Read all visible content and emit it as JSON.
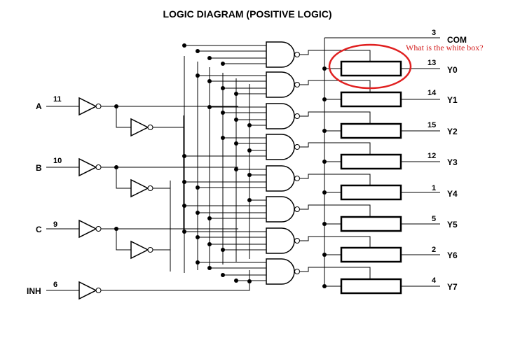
{
  "title": "LOGIC DIAGRAM (POSITIVE LOGIC)",
  "inputs": [
    {
      "name": "A",
      "pin": "11"
    },
    {
      "name": "B",
      "pin": "10"
    },
    {
      "name": "C",
      "pin": "9"
    },
    {
      "name": "INH",
      "pin": "6"
    }
  ],
  "common": {
    "name": "COM",
    "pin": "3"
  },
  "outputs": [
    {
      "name": "Y0",
      "pin": "13"
    },
    {
      "name": "Y1",
      "pin": "14"
    },
    {
      "name": "Y2",
      "pin": "15"
    },
    {
      "name": "Y3",
      "pin": "12"
    },
    {
      "name": "Y4",
      "pin": "1"
    },
    {
      "name": "Y5",
      "pin": "5"
    },
    {
      "name": "Y6",
      "pin": "2"
    },
    {
      "name": "Y7",
      "pin": "4"
    }
  ],
  "annotation": {
    "text": "What is the white box?",
    "color": "#d42020"
  }
}
